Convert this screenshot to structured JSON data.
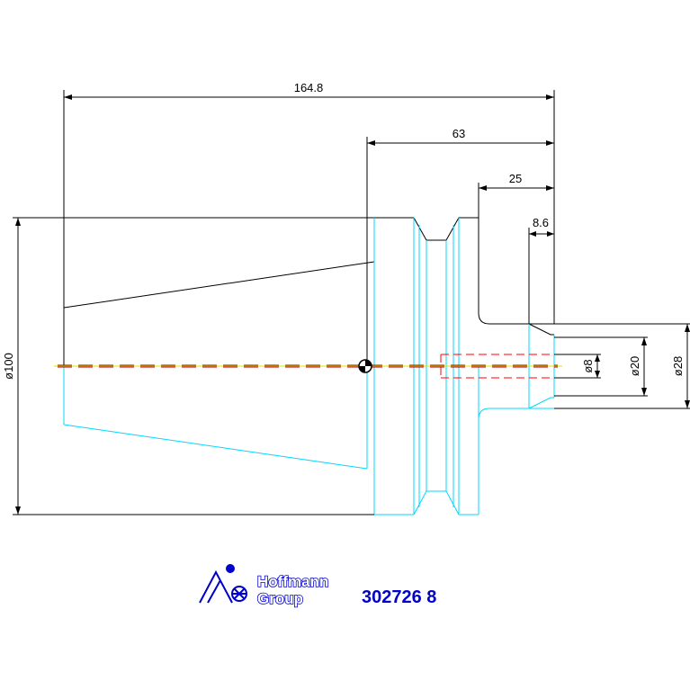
{
  "dimensions": {
    "overall_length": "164.8",
    "taper_length": "63",
    "shank_length": "25",
    "tip_length": "8.6",
    "flange_diameter": "ø100",
    "bore_diameter": "ø8",
    "shank_diameter": "ø20",
    "collar_diameter": "ø28"
  },
  "logo": {
    "line1": "Hoffmann",
    "line2": "Group"
  },
  "part_number": "302726 8",
  "colors": {
    "outline_top": "#000000",
    "outline_bottom": "#00d8ff",
    "centerline": "#a00000",
    "hidden_bore": "#ff0000",
    "brand": "#0000cc"
  }
}
